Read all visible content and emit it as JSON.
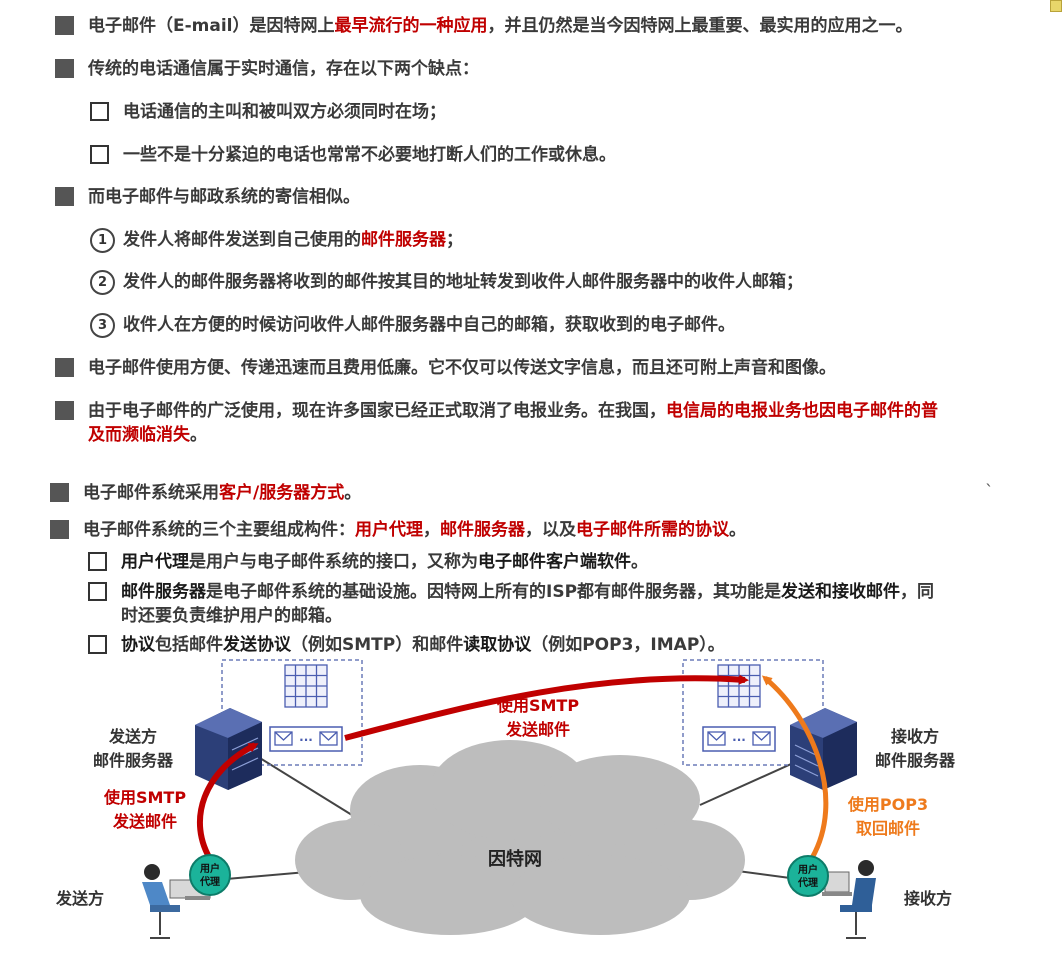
{
  "bullets": {
    "b1": {
      "a": "电子邮件（E-mail）是因特网上",
      "b": "最早流行的一种应用",
      "c": "，并且仍然是当今因特网上最重要、最实用的应用之一。"
    },
    "b2": "传统的电话通信属于实时通信，存在以下两个缺点：",
    "b2_sub1": "电话通信的主叫和被叫双方必须同时在场；",
    "b2_sub2": "一些不是十分紧迫的电话也常常不必要地打断人们的工作或休息。",
    "b3": "而电子邮件与邮政系统的寄信相似。",
    "step1": {
      "num": "1",
      "a": "发件人将邮件发送到自己使用的",
      "b": "邮件服务器",
      "c": "；"
    },
    "step2": {
      "num": "2",
      "text": "发件人的邮件服务器将收到的邮件按其目的地址转发到收件人邮件服务器中的收件人邮箱；"
    },
    "step3": {
      "num": "3",
      "text": "收件人在方便的时候访问收件人邮件服务器中自己的邮箱，获取收到的电子邮件。"
    },
    "b4": "电子邮件使用方便、传递迅速而且费用低廉。它不仅可以传送文字信息，而且还可附上声音和图像。",
    "b5": {
      "a": "由于电子邮件的广泛使用，现在许多国家已经正式取消了电报业务。在我国，",
      "b": "电信局的电报业务也因电子邮件的普及而濒临消失",
      "c": "。"
    },
    "b6": {
      "a": "电子邮件系统采用",
      "b": "客户/服务器方式",
      "c": "。"
    },
    "b7": {
      "a": "电子邮件系统的三个主要组成构件：",
      "b": "用户代理",
      "c": "，",
      "d": "邮件服务器",
      "e": "，以及",
      "f": "电子邮件所需的协议",
      "g": "。"
    },
    "sub1": {
      "a": "用户代理",
      "b": "是用户与电子邮件系统的接口，又称为",
      "c": "电子邮件客户端软件",
      "d": "。"
    },
    "sub2": {
      "a": "邮件服务器",
      "b": "是电子邮件系统的基础设施。因特网上所有的ISP都有邮件服务器，其功能是",
      "c": "发送和接收邮件",
      "d": "，同时还要负责维护用户的邮箱。"
    },
    "sub3": {
      "a": "协议",
      "b": "包括邮件",
      "c": "发送协议",
      "d": "（例如SMTP）和邮件",
      "e": "读取协议",
      "f": "（例如POP3，IMAP）。"
    }
  },
  "diagram": {
    "sender_server": [
      "发送方",
      "邮件服务器"
    ],
    "receiver_server": [
      "接收方",
      "邮件服务器"
    ],
    "smtp_top": [
      "使用SMTP",
      "发送邮件"
    ],
    "smtp_left": [
      "使用SMTP",
      "发送邮件"
    ],
    "pop3": [
      "使用POP3",
      "取回邮件"
    ],
    "internet": "因特网",
    "sender": "发送方",
    "receiver": "接收方",
    "agent": [
      "用户",
      "代理"
    ],
    "envelope_dots": "···",
    "colors": {
      "red": "#c00000",
      "orange": "#ee7a1c",
      "teal": "#1bb39a",
      "cloud": "#bdbdbd",
      "server": "#3a4f8c"
    }
  },
  "stray_mark": "`"
}
